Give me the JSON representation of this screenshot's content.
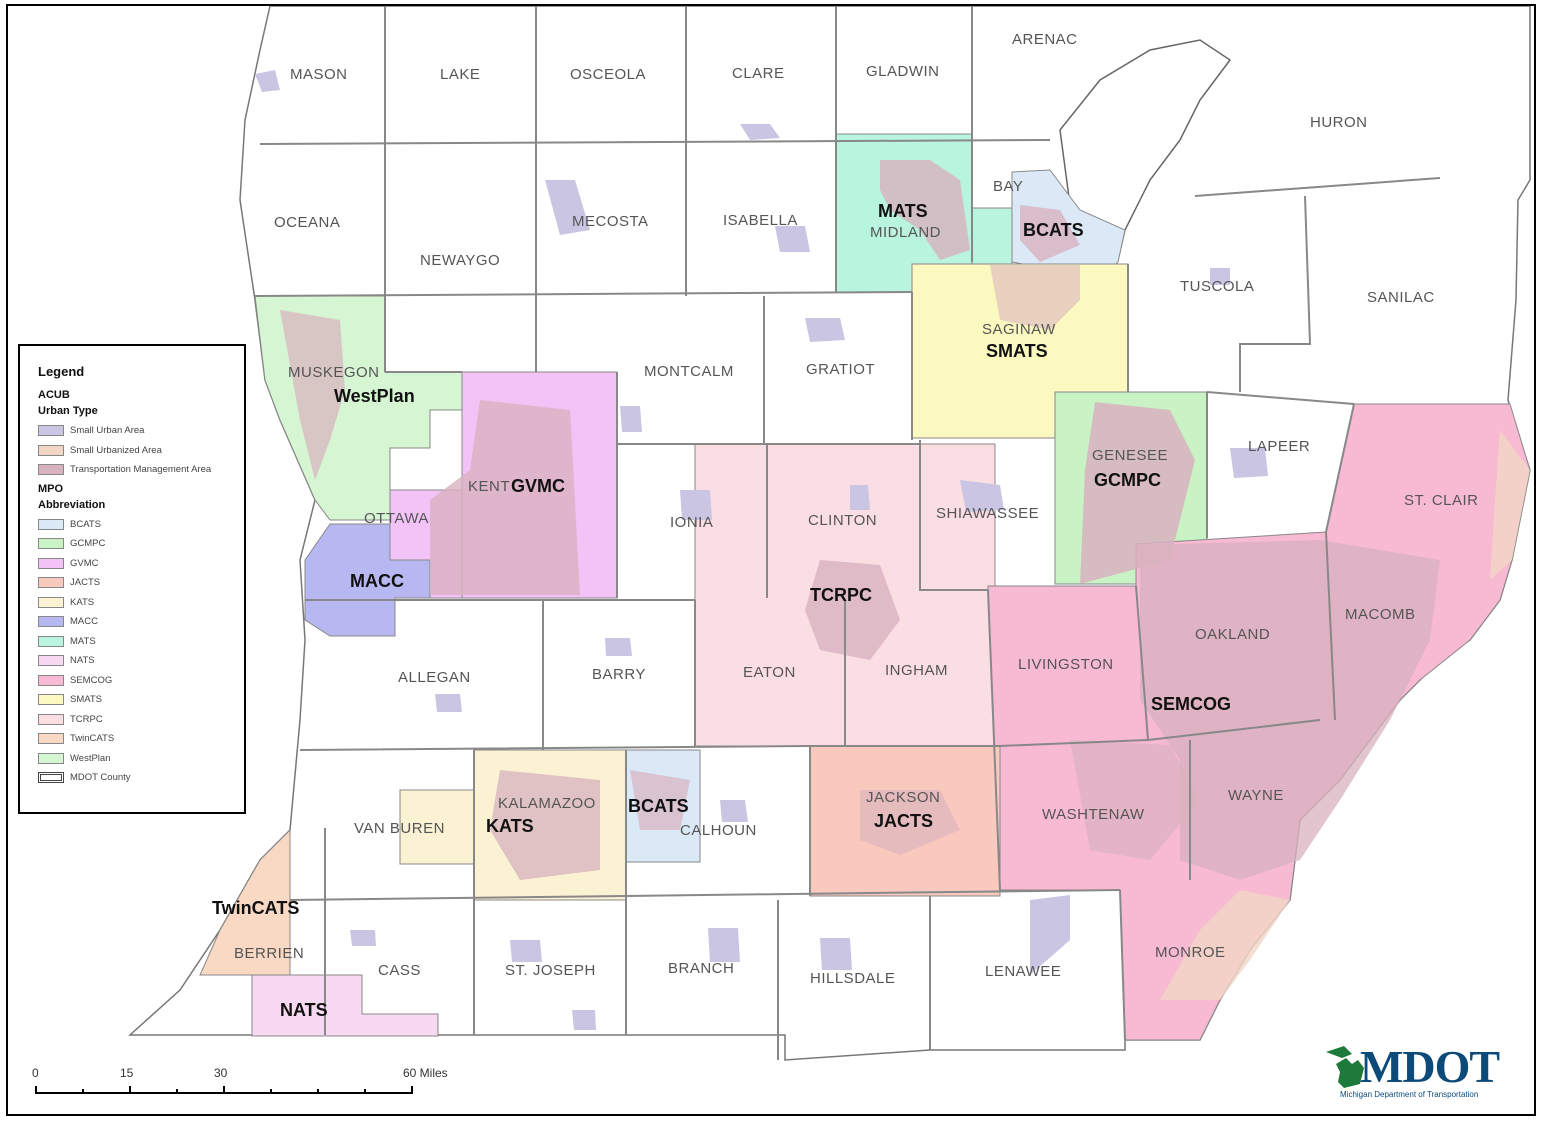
{
  "colors": {
    "BCATS": "#dbe9f7",
    "GCMPC": "#c9f3c4",
    "GVMC": "#f3c2f7",
    "JACTS": "#f8c9bc",
    "KATS": "#fbf1d3",
    "MACC": "#b7b8f2",
    "MATS": "#b9f4df",
    "NATS": "#f8d9f2",
    "SEMCOG": "#f8b9d3",
    "SMATS": "#fbf9bf",
    "TCRPC": "#fbdde4",
    "TwinCATS": "#f9d9c3",
    "WestPlan": "#d6f5d2",
    "small_urban": "#c9c5e2",
    "small_urbanized": "#f1d6c5",
    "tma": "#d8b2bf",
    "county_line": "#888888"
  },
  "counties": [
    {
      "name": "MASON"
    },
    {
      "name": "LAKE"
    },
    {
      "name": "OSCEOLA"
    },
    {
      "name": "CLARE"
    },
    {
      "name": "GLADWIN"
    },
    {
      "name": "ARENAC"
    },
    {
      "name": "HURON"
    },
    {
      "name": "OCEANA"
    },
    {
      "name": "NEWAYGO"
    },
    {
      "name": "MECOSTA"
    },
    {
      "name": "ISABELLA"
    },
    {
      "name": "MIDLAND"
    },
    {
      "name": "BAY"
    },
    {
      "name": "TUSCOLA"
    },
    {
      "name": "SANILAC"
    },
    {
      "name": "MUSKEGON"
    },
    {
      "name": "MONTCALM"
    },
    {
      "name": "GRATIOT"
    },
    {
      "name": "SAGINAW"
    },
    {
      "name": "LAPEER"
    },
    {
      "name": "GENESEE"
    },
    {
      "name": "ST. CLAIR"
    },
    {
      "name": "KENT"
    },
    {
      "name": "OTTAWA"
    },
    {
      "name": "IONIA"
    },
    {
      "name": "CLINTON"
    },
    {
      "name": "SHIAWASSEE"
    },
    {
      "name": "OAKLAND"
    },
    {
      "name": "MACOMB"
    },
    {
      "name": "ALLEGAN"
    },
    {
      "name": "BARRY"
    },
    {
      "name": "EATON"
    },
    {
      "name": "INGHAM"
    },
    {
      "name": "LIVINGSTON"
    },
    {
      "name": "KALAMAZOO"
    },
    {
      "name": "VAN BUREN"
    },
    {
      "name": "CALHOUN"
    },
    {
      "name": "JACKSON"
    },
    {
      "name": "WASHTENAW"
    },
    {
      "name": "WAYNE"
    },
    {
      "name": "BERRIEN"
    },
    {
      "name": "CASS"
    },
    {
      "name": "ST. JOSEPH"
    },
    {
      "name": "BRANCH"
    },
    {
      "name": "HILLSDALE"
    },
    {
      "name": "LENAWEE"
    },
    {
      "name": "MONROE"
    }
  ],
  "mpo_labels": [
    {
      "name": "MATS"
    },
    {
      "name": "BCATS"
    },
    {
      "name": "SMATS"
    },
    {
      "name": "WestPlan"
    },
    {
      "name": "GVMC"
    },
    {
      "name": "GCMPC"
    },
    {
      "name": "MACC"
    },
    {
      "name": "TCRPC"
    },
    {
      "name": "SEMCOG"
    },
    {
      "name": "BCATS"
    },
    {
      "name": "KATS"
    },
    {
      "name": "JACTS"
    },
    {
      "name": "TwinCATS"
    },
    {
      "name": "NATS"
    }
  ],
  "legend": {
    "title": "Legend",
    "acub_heading": "ACUB",
    "urban_type_heading": "Urban Type",
    "urban_types": [
      {
        "label": "Small Urban Area",
        "color": "#c9c5e2"
      },
      {
        "label": "Small Urbanized Area",
        "color": "#f1d6c5"
      },
      {
        "label": "Transportation Management Area",
        "color": "#d8b2bf"
      }
    ],
    "mpo_heading": "MPO",
    "abbreviation_heading": "Abbreviation",
    "mpos": [
      {
        "label": "BCATS",
        "color": "#dbe9f7"
      },
      {
        "label": "GCMPC",
        "color": "#c9f3c4"
      },
      {
        "label": "GVMC",
        "color": "#f3c2f7"
      },
      {
        "label": "JACTS",
        "color": "#f8c9bc"
      },
      {
        "label": "KATS",
        "color": "#fbf1d3"
      },
      {
        "label": "MACC",
        "color": "#b7b8f2"
      },
      {
        "label": "MATS",
        "color": "#b9f4df"
      },
      {
        "label": "NATS",
        "color": "#f8d9f2"
      },
      {
        "label": "SEMCOG",
        "color": "#f8b9d3"
      },
      {
        "label": "SMATS",
        "color": "#fbf9bf"
      },
      {
        "label": "TCRPC",
        "color": "#fbdde4"
      },
      {
        "label": "TwinCATS",
        "color": "#f9d9c3"
      },
      {
        "label": "WestPlan",
        "color": "#d6f5d2"
      }
    ],
    "county_label": "MDOT County"
  },
  "scale_bar": {
    "labels": [
      "0",
      "15",
      "30",
      "60 Miles"
    ]
  },
  "logo": {
    "text": "MDOT",
    "subtitle": "Michigan Department of Transportation"
  }
}
